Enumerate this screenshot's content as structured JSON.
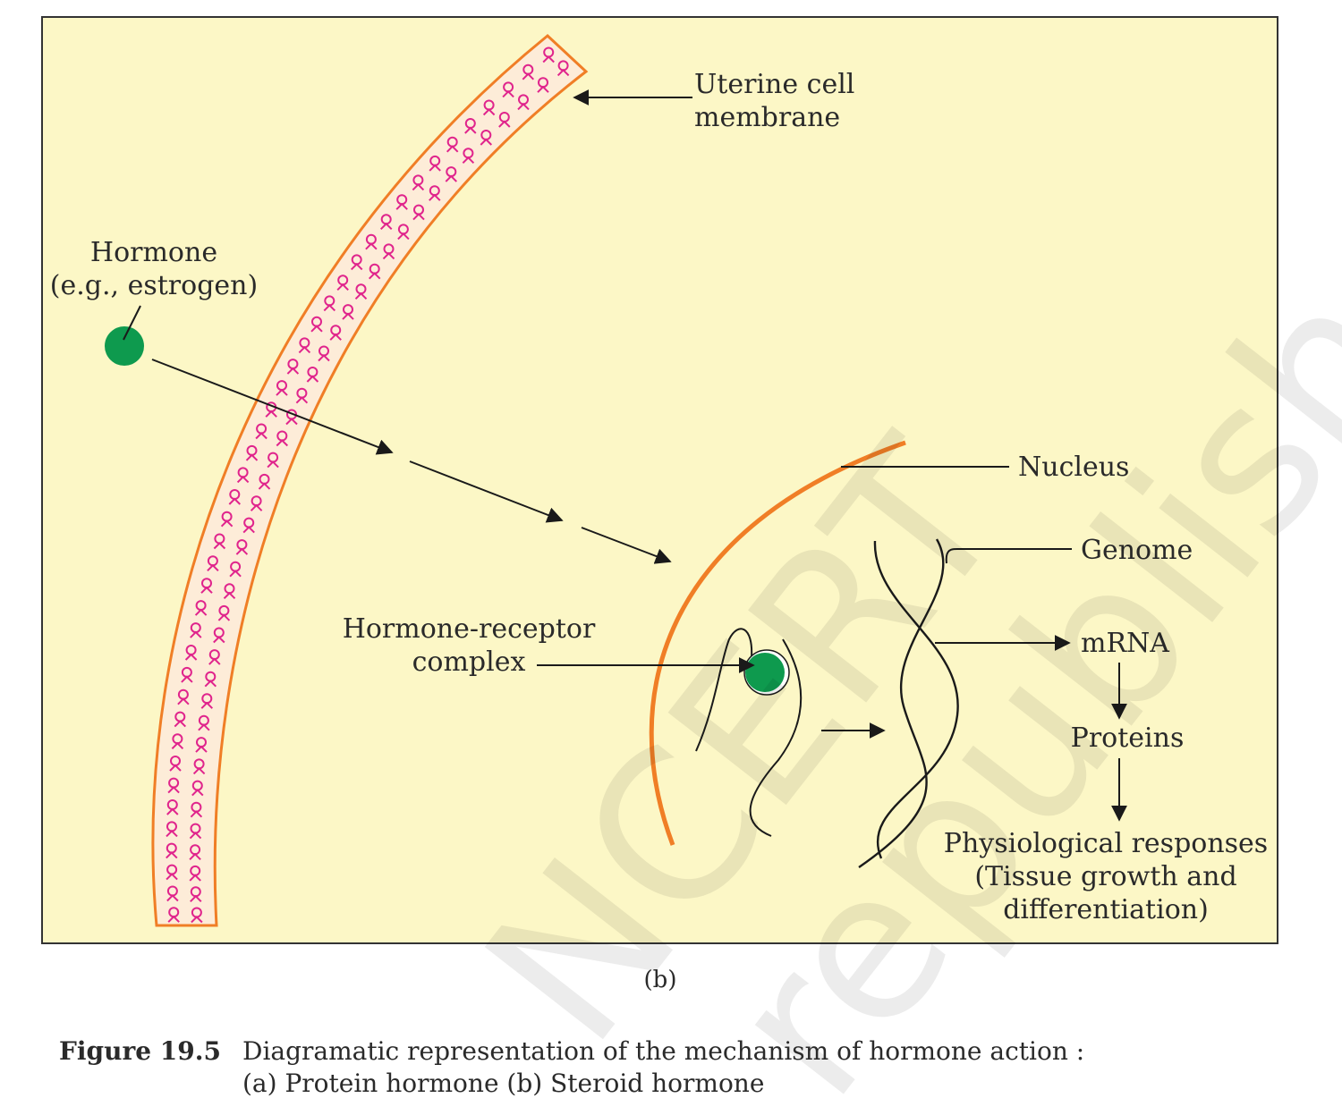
{
  "colors": {
    "panel_fill": "#fcf7c6",
    "membrane_orange": "#f07e26",
    "receptor_magenta": "#e0248c",
    "hormone_green": "#0e9a4e",
    "nucleus_orange": "#f07e26"
  },
  "labels": {
    "uterine_line1": "Uterine cell",
    "uterine_line2": "membrane",
    "hormone_line1": "Hormone",
    "hormone_line2": "(e.g., estrogen)",
    "nucleus": "Nucleus",
    "genome": "Genome",
    "mrna": "mRNA",
    "proteins": "Proteins",
    "complex_line1": "Hormone-receptor",
    "complex_line2": "complex",
    "physio_line1": "Physiological responses",
    "physio_line2": "(Tissue growth and",
    "physio_line3": "differentiation)",
    "panel_id": "(b)"
  },
  "caption": {
    "number": "Figure 19.5",
    "line1": "Diagramatic representation of the mechanism of hormone action :",
    "line2": "(a) Protein hormone   (b) Steroid hormone"
  },
  "watermark": {
    "line1": "NCERT",
    "line2": "republished"
  }
}
